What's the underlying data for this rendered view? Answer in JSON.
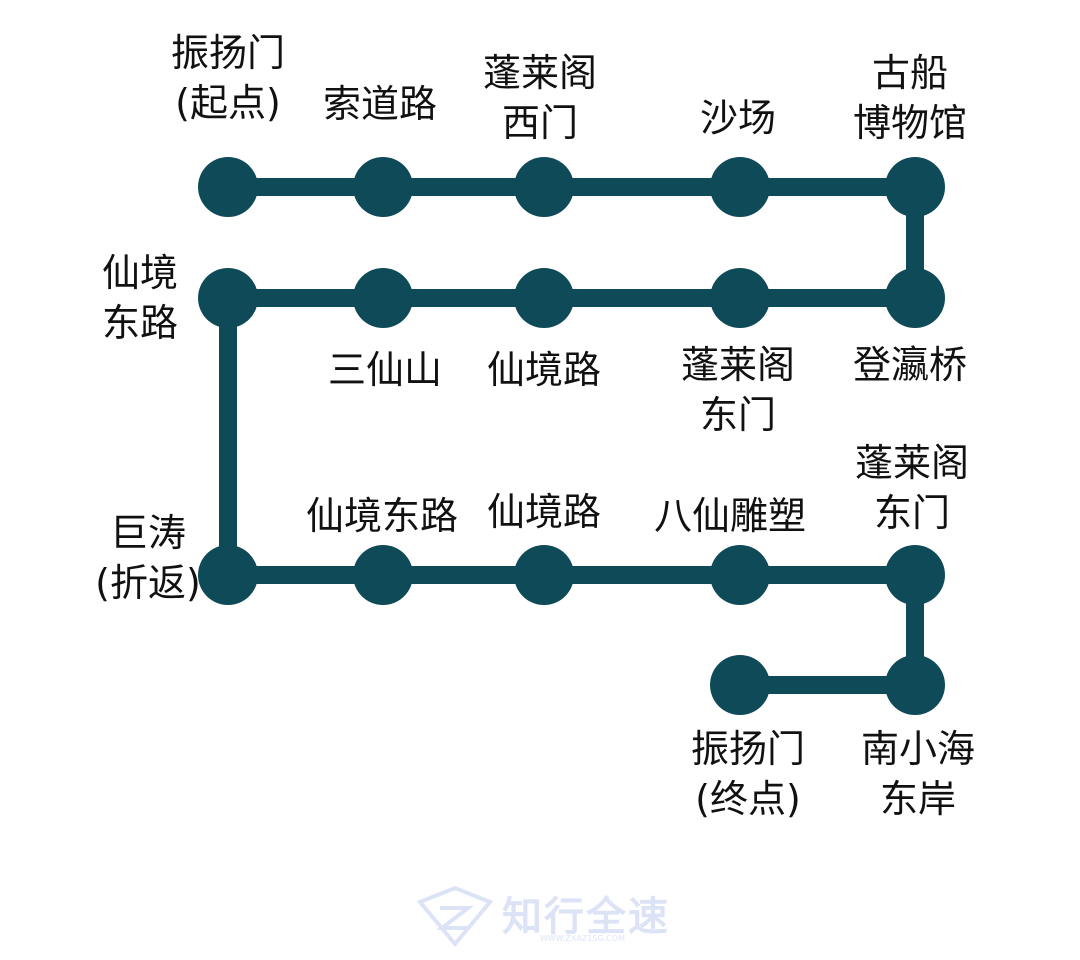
{
  "colors": {
    "route": "#0e4a57",
    "text": "#111111",
    "watermark": "#9fb0e6"
  },
  "stops": [
    {
      "id": "s1",
      "lines": [
        "振扬门",
        "(起点)"
      ]
    },
    {
      "id": "s2",
      "lines": [
        "索道路"
      ]
    },
    {
      "id": "s3",
      "lines": [
        "蓬莱阁",
        "西门"
      ]
    },
    {
      "id": "s4",
      "lines": [
        "沙场"
      ]
    },
    {
      "id": "s5",
      "lines": [
        "古船",
        "博物馆"
      ]
    },
    {
      "id": "s6",
      "lines": [
        "登瀛桥"
      ]
    },
    {
      "id": "s7",
      "lines": [
        "蓬莱阁",
        "东门"
      ]
    },
    {
      "id": "s8",
      "lines": [
        "仙境路"
      ]
    },
    {
      "id": "s9",
      "lines": [
        "三仙山"
      ]
    },
    {
      "id": "s10",
      "lines": [
        "仙境",
        "东路"
      ]
    },
    {
      "id": "s11",
      "lines": [
        "巨涛",
        "(折返)"
      ]
    },
    {
      "id": "s12",
      "lines": [
        "仙境东路"
      ]
    },
    {
      "id": "s13",
      "lines": [
        "仙境路"
      ]
    },
    {
      "id": "s14",
      "lines": [
        "八仙雕塑"
      ]
    },
    {
      "id": "s15",
      "lines": [
        "蓬莱阁",
        "东门"
      ]
    },
    {
      "id": "s16",
      "lines": [
        "南小海",
        "东岸"
      ]
    },
    {
      "id": "s17",
      "lines": [
        "振扬门",
        "(终点)"
      ]
    }
  ],
  "watermark": {
    "text": "知行全速",
    "url": "WWW.ZXAZ1SG.COM"
  }
}
